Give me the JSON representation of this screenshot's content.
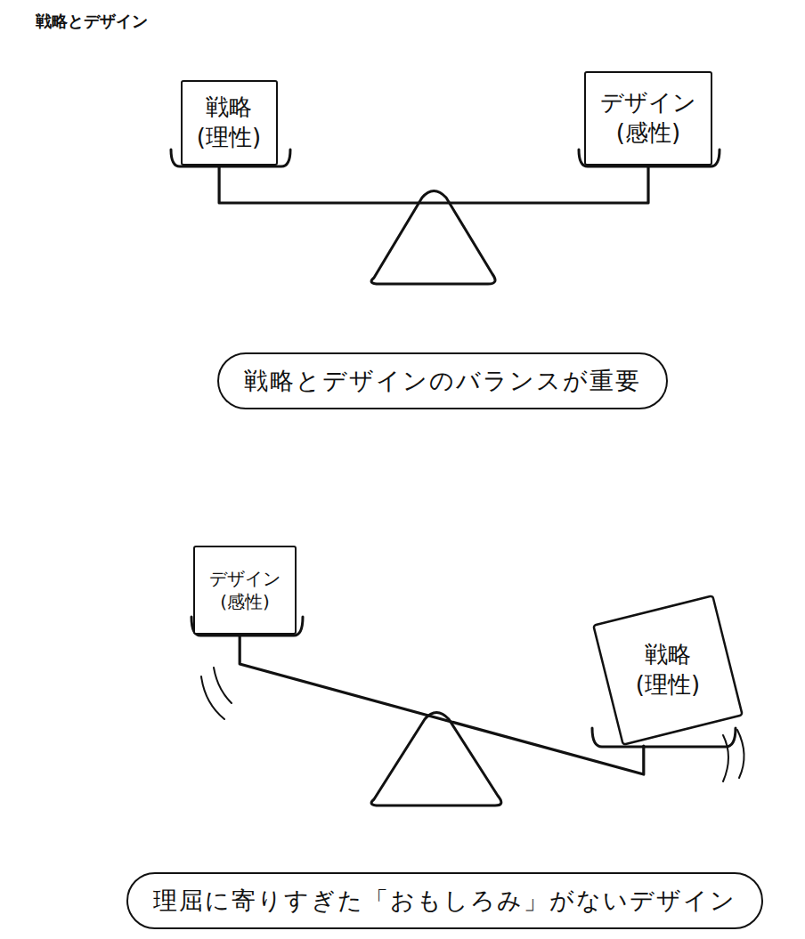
{
  "diagram": {
    "title": "戦略とデザイン",
    "nodes": [
      {
        "text": [
          "戦略 (理性)"
        ]
      },
      {
        "text": [
          "デザイン (感性)"
        ]
      },
      {
        "text": [
          "戦略とデザインのバランスが重要"
        ]
      },
      {
        "text": [
          "デザイン (感性)"
        ]
      },
      {
        "text": [
          "戦略 (理性)"
        ]
      },
      {
        "text": [
          "理屈に寄りすぎた「おもしろみ」がないデザイン"
        ]
      }
    ],
    "edges": [
      {
        "from": 0,
        "to": 1,
        "arrow": "none"
      },
      {
        "from": 3,
        "to": 4,
        "arrow": "none"
      }
    ]
  }
}
